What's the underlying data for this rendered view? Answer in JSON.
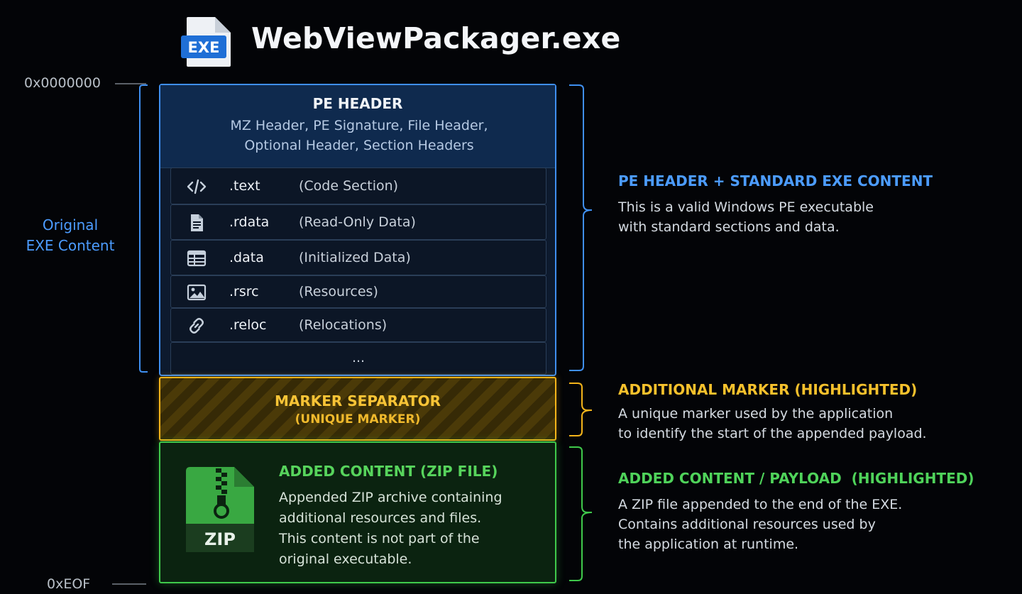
{
  "title": {
    "file_icon_text": "EXE",
    "text": "WebViewPackager.exe"
  },
  "offsets": {
    "start": "0x0000000",
    "end": "0xEOF"
  },
  "left_annotation": {
    "line1": "Original",
    "line2": "EXE Content"
  },
  "pe_header": {
    "title": "PE HEADER",
    "subtitle_line1": "MZ Header, PE Signature, File Header,",
    "subtitle_line2": "Optional Header, Section Headers"
  },
  "sections": [
    {
      "name": ".text",
      "desc": "(Code Section)",
      "icon": "code-icon"
    },
    {
      "name": ".rdata",
      "desc": "(Read-Only Data)",
      "icon": "document-icon"
    },
    {
      "name": ".data",
      "desc": "(Initialized Data)",
      "icon": "table-icon"
    },
    {
      "name": ".rsrc",
      "desc": "(Resources)",
      "icon": "image-icon"
    },
    {
      "name": ".reloc",
      "desc": "(Relocations)",
      "icon": "link-icon"
    }
  ],
  "sections_more": "...",
  "marker": {
    "title": "MARKER SEPARATOR",
    "subtitle": "(UNIQUE MARKER)"
  },
  "zip_box": {
    "icon_text": "ZIP",
    "title": "ADDED CONTENT (ZIP FILE)",
    "desc_line1": "Appended ZIP archive containing",
    "desc_line2": "additional resources and files.",
    "desc_line3": "This content is not part of the",
    "desc_line4": "original executable."
  },
  "annotations": {
    "pe": {
      "title": "PE HEADER + STANDARD EXE CONTENT",
      "line1": "This is a valid Windows PE executable",
      "line2": "with standard sections and data."
    },
    "marker": {
      "title": "ADDITIONAL MARKER (HIGHLIGHTED)",
      "line1": "A unique marker used by the application",
      "line2": "to identify the start of the appended payload."
    },
    "payload": {
      "title": "ADDED CONTENT / PAYLOAD  (HIGHLIGHTED)",
      "line1": "A ZIP file appended to the end of the EXE.",
      "line2": "Contains additional resources used by",
      "line3": "the application at runtime."
    }
  },
  "colors": {
    "blue": "#4c9cff",
    "yellow": "#f6c12c",
    "green": "#4fd35a",
    "background": "#030407"
  }
}
